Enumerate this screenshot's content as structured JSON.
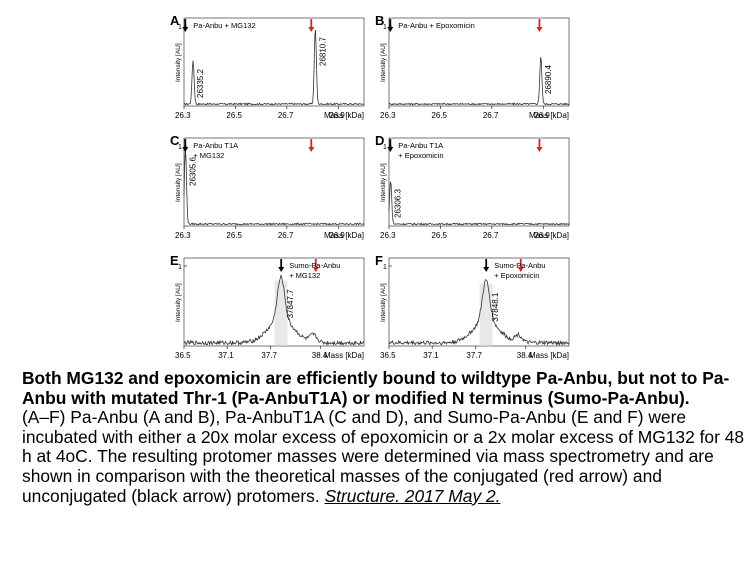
{
  "chart_data": [
    {
      "type": "line",
      "panel_label": "A",
      "legend_text": [
        "Pa-Anbu + MG132"
      ],
      "ylabel": "Intensity [AU]",
      "y_tick_labels": [
        "1"
      ],
      "xlabel": "Mass [kDa]",
      "xlim": [
        26.3,
        27.0
      ],
      "ylim": [
        0,
        1.1
      ],
      "x_ticks": [
        26.3,
        26.5,
        26.7,
        26.9
      ],
      "x_tick_labels": [
        "26.3",
        "26.5",
        "26.7",
        "26.9"
      ],
      "peaks": [
        {
          "x": 26.3352,
          "y": 0.55,
          "label": "26335.2"
        },
        {
          "x": 26.8107,
          "y": 0.95,
          "label": "26810.7"
        }
      ],
      "arrows": [
        {
          "x": 26.305,
          "color": "black"
        },
        {
          "x": 26.795,
          "color": "red"
        }
      ]
    },
    {
      "type": "line",
      "panel_label": "B",
      "legend_text": [
        "Pa-Anbu + Epoxomicin"
      ],
      "ylabel": "Intensity [AU]",
      "y_tick_labels": [
        "1"
      ],
      "xlabel": "Mass [kDa]",
      "xlim": [
        26.3,
        27.0
      ],
      "ylim": [
        0,
        1.1
      ],
      "x_ticks": [
        26.3,
        26.5,
        26.7,
        26.9
      ],
      "x_tick_labels": [
        "26.3",
        "26.5",
        "26.7",
        "26.9"
      ],
      "peaks": [
        {
          "x": 26.8904,
          "y": 0.6,
          "label": "26890.4"
        }
      ],
      "arrows": [
        {
          "x": 26.305,
          "color": "black"
        },
        {
          "x": 26.885,
          "color": "red"
        }
      ]
    },
    {
      "type": "line",
      "panel_label": "C",
      "legend_text": [
        "Pa-Anbu T1A",
        "+ MG132"
      ],
      "ylabel": "Intensity [AU]",
      "y_tick_labels": [
        "1"
      ],
      "xlabel": "Mass [kDa]",
      "xlim": [
        26.3,
        27.0
      ],
      "ylim": [
        0,
        1.1
      ],
      "x_ticks": [
        26.3,
        26.5,
        26.7,
        26.9
      ],
      "x_tick_labels": [
        "26.3",
        "26.5",
        "26.7",
        "26.9"
      ],
      "peaks": [
        {
          "x": 26.3056,
          "y": 0.95,
          "label": "26305.6"
        }
      ],
      "arrows": [
        {
          "x": 26.305,
          "color": "black"
        },
        {
          "x": 26.795,
          "color": "red"
        }
      ]
    },
    {
      "type": "line",
      "panel_label": "D",
      "legend_text": [
        "Pa-Anbu T1A",
        "+ Epoxomicin"
      ],
      "ylabel": "Intensity [AU]",
      "y_tick_labels": [
        "1"
      ],
      "xlabel": "Mass [kDa]",
      "xlim": [
        26.3,
        27.0
      ],
      "ylim": [
        0,
        1.1
      ],
      "x_ticks": [
        26.3,
        26.5,
        26.7,
        26.9
      ],
      "x_tick_labels": [
        "26.3",
        "26.5",
        "26.7",
        "26.9"
      ],
      "peaks": [
        {
          "x": 26.3063,
          "y": 0.55,
          "label": "26306.3"
        }
      ],
      "arrows": [
        {
          "x": 26.305,
          "color": "black"
        },
        {
          "x": 26.885,
          "color": "red"
        }
      ]
    },
    {
      "type": "line",
      "panel_label": "E",
      "legend_text": [
        "Sumo-Pa-Anbu",
        "+ MG132"
      ],
      "ylabel": "Intensity [AU]",
      "y_tick_labels": [
        "1"
      ],
      "xlabel": "Mass [kDa]",
      "xlim": [
        36.5,
        39.0
      ],
      "ylim": [
        0,
        1.1
      ],
      "x_ticks": [
        36.5,
        37.1,
        37.7,
        38.4
      ],
      "x_tick_labels": [
        "36.5",
        "37.1",
        "37.7",
        "38.4"
      ],
      "peaks": [
        {
          "x": 37.8477,
          "y": 0.82,
          "label": "37847.7"
        }
      ],
      "arrows": [
        {
          "x": 37.85,
          "color": "black"
        },
        {
          "x": 38.33,
          "color": "red"
        }
      ]
    },
    {
      "type": "line",
      "panel_label": "F",
      "legend_text": [
        "Sumo-Pa-Anbu",
        "+ Epoxomicin"
      ],
      "ylabel": "Intensity [AU]",
      "y_tick_labels": [
        "1"
      ],
      "xlabel": "Mass [kDa]",
      "xlim": [
        36.5,
        39.0
      ],
      "ylim": [
        0,
        1.1
      ],
      "x_ticks": [
        36.5,
        37.1,
        37.7,
        38.4
      ],
      "x_tick_labels": [
        "36.5",
        "37.1",
        "37.7",
        "38.4"
      ],
      "peaks": [
        {
          "x": 37.8481,
          "y": 0.78,
          "label": "37848.1"
        }
      ],
      "arrows": [
        {
          "x": 37.85,
          "color": "black"
        },
        {
          "x": 38.33,
          "color": "red"
        }
      ]
    }
  ],
  "colors": {
    "conjugated_arrow": "#e0201b",
    "unconjugated_arrow": "#000000",
    "trace": "#333333",
    "panel_border": "#555555"
  },
  "caption": {
    "title": "Both MG132 and epoxomicin are efficiently bound to wildtype Pa-Anbu, but not to Pa-Anbu with mutated Thr-1 (Pa-AnbuT1A) or modified N terminus (Sumo-Pa-Anbu).",
    "body": "(A–F) Pa-Anbu (A and B), Pa-AnbuT1A (C and D), and Sumo-Pa-Anbu (E and F) were incubated with either a 20x molar excess of epoxomicin or a 2x molar excess of MG132 for 48 h at 4oC. The resulting protomer masses were determined via mass spectrometry and are shown in comparison with the theoretical masses of the conjugated (red arrow) and unconjugated (black arrow) protomers.",
    "reference": "Structure. 2017 May 2."
  }
}
